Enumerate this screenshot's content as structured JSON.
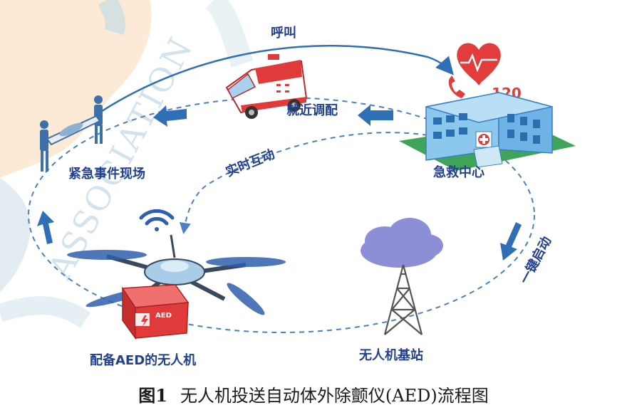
{
  "labels": {
    "call": "呼叫",
    "dispatch_nearby": "就近调配",
    "realtime_interaction": "实时互动",
    "emergency_scene": "紧急事件现场",
    "emergency_center": "急救中心",
    "center_number": "120",
    "one_click_start": "一键启动",
    "drone_with_aed": "配备AED的无人机",
    "drone_base_station": "无人机基站",
    "aed_box_label": "AED"
  },
  "watermark": "ASSOCIATION",
  "caption": {
    "figure_number": "图1",
    "title": "无人机投送自动体外除颤仪(AED)流程图"
  },
  "colors": {
    "label_blue": "#24418f",
    "arrow_blue": "#2f6fb5",
    "dashed_line": "#4d7fc1",
    "building_blue": "#6fb3e6",
    "aed_red": "#e03a3a",
    "heart_red": "#e23c3c",
    "cloud_purple": "#8c8fd6",
    "tower_gray": "#555555"
  },
  "icons": [
    "ambulance-icon",
    "heart-icon",
    "phone-icon",
    "hospital-icon",
    "stretcher-team-icon",
    "wifi-icon",
    "drone-icon",
    "aed-box-icon",
    "signal-tower-icon",
    "cloud-icon"
  ]
}
